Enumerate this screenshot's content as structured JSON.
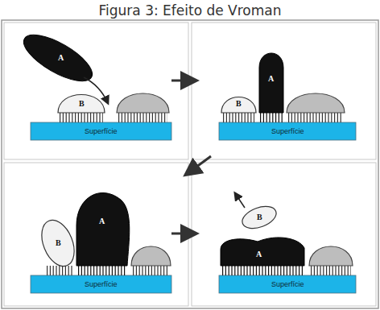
{
  "diagram": {
    "title": "Figura 3: Efeito de Vroman",
    "labels": [
      "A",
      "B",
      "Superfície",
      "B",
      "A",
      "Superfície",
      "B",
      "A",
      "Superfície",
      "B",
      "A",
      "Superfície"
    ]
  }
}
